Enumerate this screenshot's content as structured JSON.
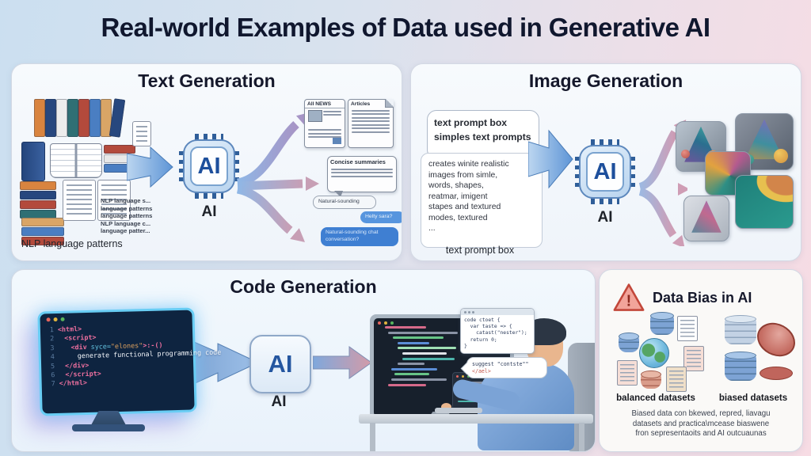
{
  "title": "Real-world Examples of Data used in Generative AI",
  "text_generation": {
    "heading": "Text Generation",
    "nlp_lines": [
      "NLP language s...",
      "language patterns",
      "language patterns",
      "NLP language c...",
      "language patter..."
    ],
    "caption": "NLP language patterns",
    "chip_label": "AI",
    "chip_caption": "AI",
    "news_title": "All NEWS",
    "articles_title": "Articles",
    "summary_title": "Concise summaries",
    "chat_bubbles": [
      "Natural-sounding",
      "Helty sara?",
      "Natural-sounding chat conversation?"
    ]
  },
  "image_generation": {
    "heading": "Image Generation",
    "prompt_bubble": "text prompt box\nsimples text prompts",
    "prompt_body": "creates winite realistic\nimages from simle,\nwords, shapes,\nreatmar, imigent\nstapes and textured\nmodes, textured\n...",
    "caption": "text prompt box",
    "chip_label": "AI",
    "chip_caption": "AI"
  },
  "code_generation": {
    "heading": "Code Generation",
    "editor": {
      "line_numbers": [
        "1",
        "2",
        "3",
        "4",
        "5",
        "6",
        "7"
      ],
      "l1": "<html>",
      "l2": "<script>",
      "l3a": "<div ",
      "l3b": "syce=",
      "l3c": "\"elones\"",
      "l3d": ">:-()",
      "l4": "generate functional programming code",
      "l5": "</div>",
      "l6": "</script>",
      "l7": "</html>"
    },
    "chip_label": "AI",
    "chip_caption": "AI",
    "popup_lines": [
      "code ctoet {",
      "  var taste => {",
      "    catast(\"nester\");",
      "  return 0;",
      "}"
    ],
    "suggest_line1": "suggest \"contste\"\"",
    "suggest_line2": "</ael>"
  },
  "data_bias": {
    "heading": "Data Bias in AI",
    "warning_glyph": "!",
    "balanced_caption": "balanced datasets",
    "biased_caption": "biased datasets",
    "body": "Biased data con bkewed, repred, liavagu\ndatasets and practica\\mcease biaswene\nfron sepresentaoits and AI outcuaunas"
  }
}
